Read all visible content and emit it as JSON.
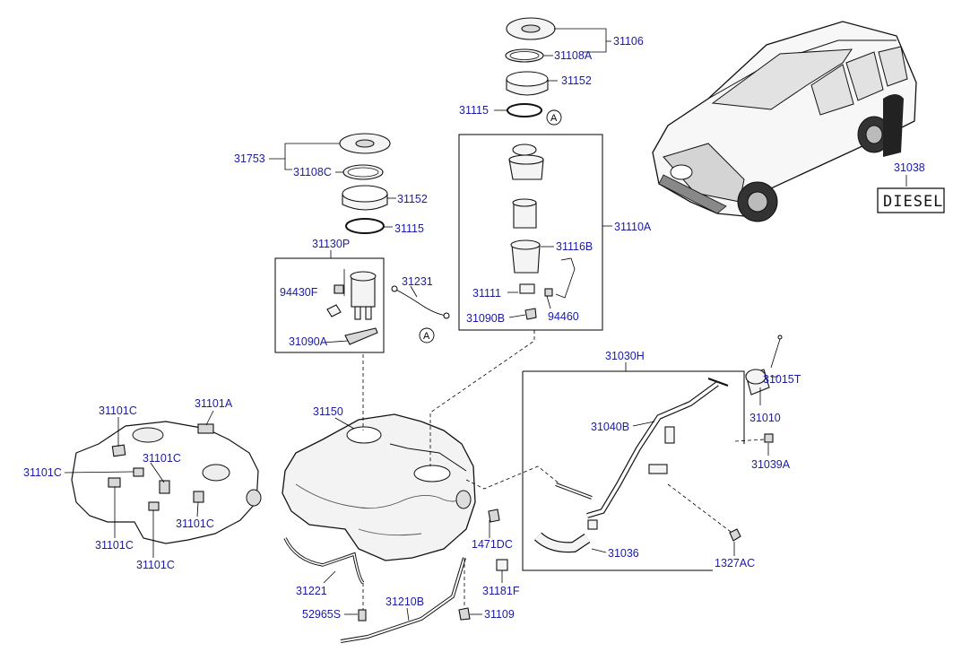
{
  "labels": {
    "l31106": "31106",
    "l31108A": "31108A",
    "l31152_top": "31152",
    "l31115_top": "31115",
    "l31753": "31753",
    "l31108C": "31108C",
    "l31152_left": "31152",
    "l31115_left": "31115",
    "l31130P": "31130P",
    "l94430F": "94430F",
    "l31231": "31231",
    "l31090A": "31090A",
    "l31110A": "31110A",
    "l31116B": "31116B",
    "l31111": "31111",
    "l31090B": "31090B",
    "l94460": "94460",
    "l31038": "31038",
    "l31030H": "31030H",
    "l31015T": "31015T",
    "l31010": "31010",
    "l31040B": "31040B",
    "l31039A": "31039A",
    "l31036": "31036",
    "l1327AC": "1327AC",
    "l31101C_1": "31101C",
    "l31101A": "31101A",
    "l31101C_2": "31101C",
    "l31101C_3": "31101C",
    "l31101C_4": "31101C",
    "l31101C_5": "31101C",
    "l31101C_6": "31101C",
    "l31150": "31150",
    "l1471DC": "1471DC",
    "l31221": "31221",
    "l31181F": "31181F",
    "l52965S": "52965S",
    "l31210B": "31210B",
    "l31109": "31109"
  },
  "badge": "DIESEL",
  "connector_a1": "A",
  "connector_a2": "A",
  "colors": {
    "label_text": "#1a1aa6",
    "line": "#000000",
    "part_fill": "#f4f4f4"
  }
}
